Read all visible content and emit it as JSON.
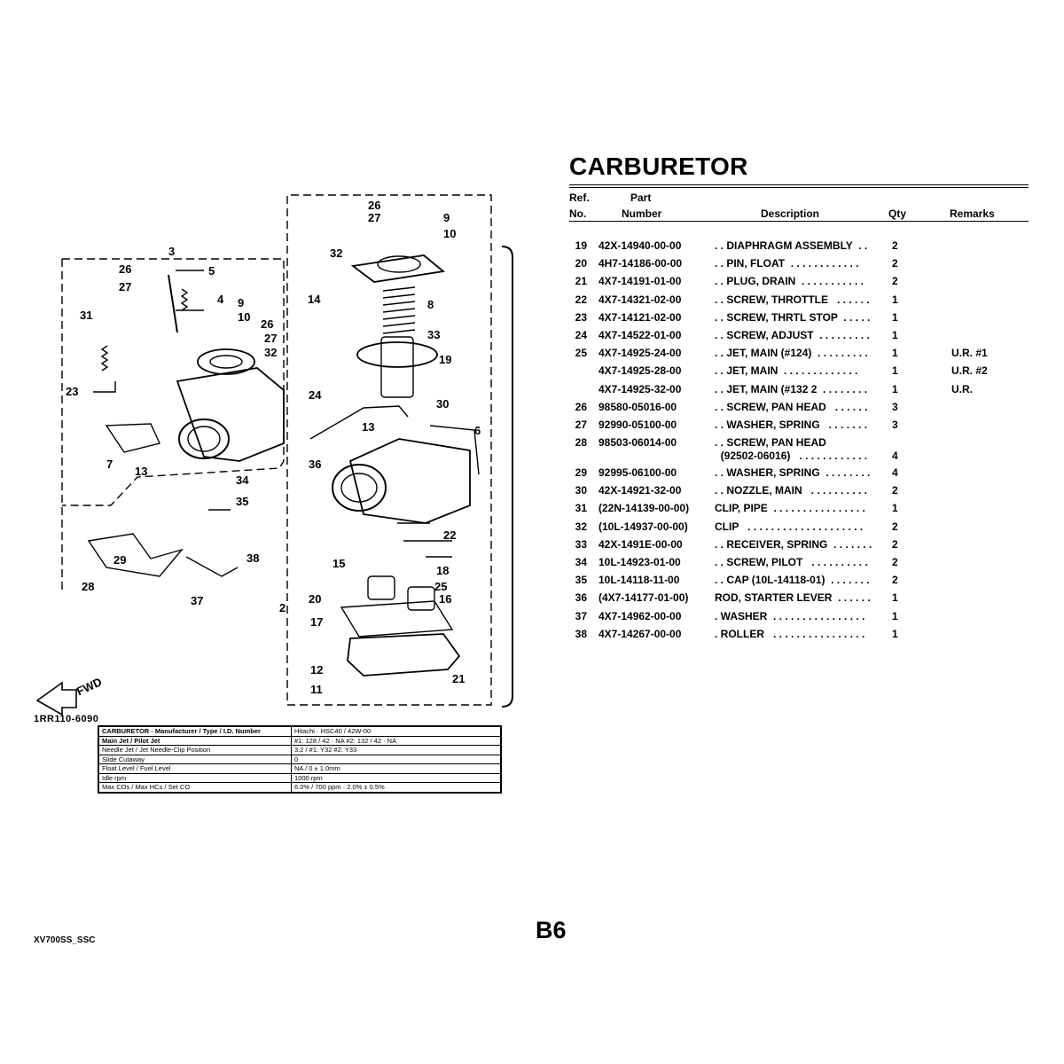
{
  "document": {
    "title": "CARBURETOR",
    "page_number": "B6",
    "doc_code": "XV700SS_SSC",
    "figure_code": "1RR110-6090"
  },
  "table_headers": {
    "ref_line1": "Ref.",
    "ref_line2": "No.",
    "part_line1": "Part",
    "part_line2": "Number",
    "description": "Description",
    "qty": "Qty",
    "remarks": "Remarks"
  },
  "parts": [
    {
      "ref": "19",
      "part": "42X-14940-00-00",
      "desc": ". . DIAPHRAGM ASSEMBLY  . .",
      "qty": "2",
      "remarks": ""
    },
    {
      "ref": "20",
      "part": "4H7-14186-00-00",
      "desc": ". . PIN, FLOAT  . . . . . . . . . . . .",
      "qty": "2",
      "remarks": ""
    },
    {
      "ref": "21",
      "part": "4X7-14191-01-00",
      "desc": ". . PLUG, DRAIN  . . . . . . . . . . .",
      "qty": "2",
      "remarks": ""
    },
    {
      "ref": "22",
      "part": "4X7-14321-02-00",
      "desc": ". . SCREW, THROTTLE   . . . . . .",
      "qty": "1",
      "remarks": ""
    },
    {
      "ref": "23",
      "part": "4X7-14121-02-00",
      "desc": ". . SCREW, THRTL STOP  . . . . .",
      "qty": "1",
      "remarks": ""
    },
    {
      "ref": "24",
      "part": "4X7-14522-01-00",
      "desc": ". . SCREW, ADJUST  . . . . . . . . .",
      "qty": "1",
      "remarks": ""
    },
    {
      "ref": "25",
      "part": "4X7-14925-24-00",
      "desc": ". . JET, MAIN (#124)  . . . . . . . . .",
      "qty": "1",
      "remarks": "U.R. #1"
    },
    {
      "ref": "",
      "part": "4X7-14925-28-00",
      "desc": ". . JET, MAIN  . . . . . . . . . . . . .",
      "qty": "1",
      "remarks": "U.R. #2"
    },
    {
      "ref": "",
      "part": "4X7-14925-32-00",
      "desc": ". . JET, MAIN (#132 2  . . . . . . . .",
      "qty": "1",
      "remarks": " U.R."
    },
    {
      "ref": "26",
      "part": "98580-05016-00",
      "desc": ". . SCREW, PAN HEAD   . . . . . .",
      "qty": "3",
      "remarks": ""
    },
    {
      "ref": "27",
      "part": "92990-05100-00",
      "desc": ". . WASHER, SPRING   . . . . . . .",
      "qty": "3",
      "remarks": ""
    },
    {
      "ref": "28",
      "part": "98503-06014-00",
      "desc": ". . SCREW, PAN HEAD",
      "desc2": "  (92502-06016)   . . . . . . . . . . . .",
      "qty": "4",
      "remarks": "",
      "tall": true
    },
    {
      "ref": "29",
      "part": "92995-06100-00",
      "desc": ". . WASHER, SPRING  . . . . . . . .",
      "qty": "4",
      "remarks": ""
    },
    {
      "ref": "30",
      "part": "42X-14921-32-00",
      "desc": ". . NOZZLE, MAIN   . . . . . . . . . .",
      "qty": "2",
      "remarks": ""
    },
    {
      "ref": "31",
      "part": "(22N-14139-00-00)",
      "desc": "CLIP, PIPE  . . . . . . . . . . . . . . . .",
      "qty": "1",
      "remarks": ""
    },
    {
      "ref": "32",
      "part": "(10L-14937-00-00)",
      "desc": "CLIP   . . . . . . . . . . . . . . . . . . . .",
      "qty": "2",
      "remarks": ""
    },
    {
      "ref": "33",
      "part": "42X-1491E-00-00",
      "desc": ". . RECEIVER, SPRING  . . . . . . .",
      "qty": "2",
      "remarks": ""
    },
    {
      "ref": "34",
      "part": "10L-14923-01-00",
      "desc": ". . SCREW, PILOT   . . . . . . . . . .",
      "qty": "2",
      "remarks": ""
    },
    {
      "ref": "35",
      "part": "10L-14118-11-00",
      "desc": ". . CAP (10L-14118-01)  . . . . . . .",
      "qty": "2",
      "remarks": ""
    },
    {
      "ref": "36",
      "part": "(4X7-14177-01-00)",
      "desc": "ROD, STARTER LEVER  . . . . . .",
      "qty": "1",
      "remarks": ""
    },
    {
      "ref": "37",
      "part": "4X7-14962-00-00",
      "desc": ". WASHER  . . . . . . . . . . . . . . . .",
      "qty": "1",
      "remarks": ""
    },
    {
      "ref": "38",
      "part": "4X7-14267-00-00",
      "desc": ". ROLLER   . . . . . . . . . . . . . . . .",
      "qty": "1",
      "remarks": ""
    }
  ],
  "diagram": {
    "callouts": [
      "26",
      "27",
      "9",
      "10",
      "32",
      "3",
      "14",
      "8",
      "26",
      "27",
      "5",
      "4",
      "31",
      "9",
      "10",
      "26",
      "27",
      "32",
      "33",
      "19",
      "23",
      "24",
      "30",
      "6",
      "13",
      "7",
      "36",
      "13",
      "34",
      "35",
      "38",
      "22",
      "15",
      "18",
      "25",
      "29",
      "28",
      "37",
      "20",
      "16",
      "2",
      "17",
      "12",
      "11",
      "21"
    ],
    "fwd_label": "FWD"
  },
  "spec_table": [
    {
      "label": "CARBURETOR - Manufacturer / Type / I.D. Number",
      "value": "Hitachi · HSC40 / 42W-00",
      "header": true
    },
    {
      "label": "Main Jet / Pilot Jet",
      "value": "#1: 128 / 42 · NA      #2: 132 / 42 · NA",
      "header": true
    },
    {
      "label": "Needle Jet / Jet Needle-Clip Position",
      "value": "3.2 / #1: Y32      #2: Y33"
    },
    {
      "label": "Slide Cutaway",
      "value": "0"
    },
    {
      "label": "Float Level / Fuel Level",
      "value": "NA / 0 ± 1.0mm"
    },
    {
      "label": "Idle rpm",
      "value": "1000 rpm"
    },
    {
      "label": "Max COs / Max HCs / Set CO",
      "value": "6.0% / 700 ppm · 2.0% ± 0.5%"
    }
  ]
}
